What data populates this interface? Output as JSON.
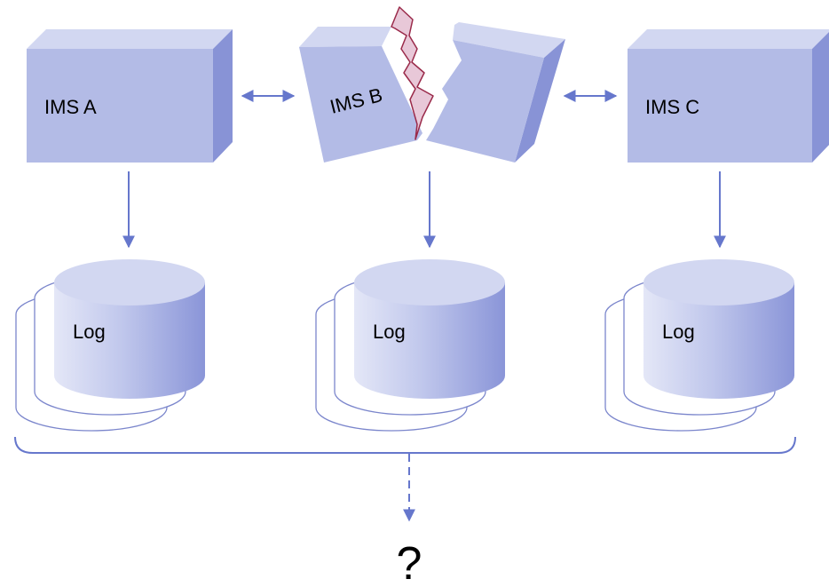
{
  "colors": {
    "box_front": "#b3bbe6",
    "box_top": "#d2d7f1",
    "box_side": "#8893d6",
    "connector": "#6677cc",
    "crack_fill": "#e8c8d8",
    "crack_stroke": "#9a2a4a",
    "outline": "#7b86cc"
  },
  "systems": [
    {
      "label": "IMS A",
      "state": "intact"
    },
    {
      "label": "IMS B",
      "state": "broken"
    },
    {
      "label": "IMS C",
      "state": "intact"
    }
  ],
  "logs": [
    {
      "label": "Log"
    },
    {
      "label": "Log"
    },
    {
      "label": "Log"
    }
  ],
  "result": {
    "label": "?"
  }
}
